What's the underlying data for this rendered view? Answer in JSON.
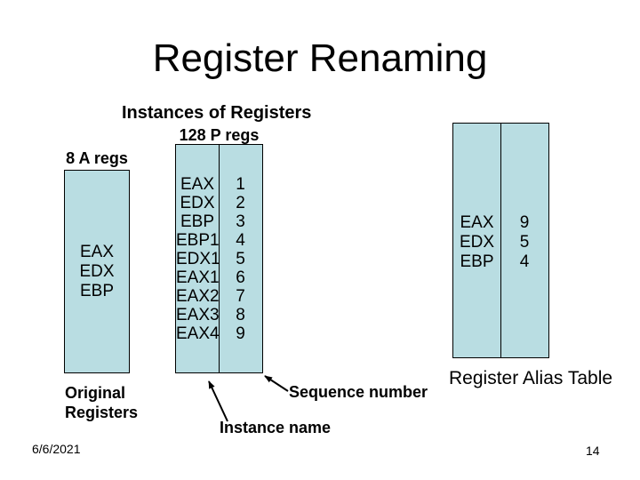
{
  "slide": {
    "title": "Register Renaming",
    "footer_date": "6/6/2021",
    "slide_number": "14"
  },
  "labels": {
    "instances_of_registers": "Instances of Registers",
    "p_regs": "128 P regs",
    "a_regs": "8 A regs",
    "original_registers_line1": "Original",
    "original_registers_line2": "Registers",
    "sequence_number": "Sequence number",
    "instance_name": "Instance name",
    "register_alias_table": "Register Alias Table"
  },
  "original_register_box": {
    "registers": [
      "EAX",
      "EDX",
      "EBP"
    ]
  },
  "instance_table": {
    "rows": [
      {
        "name": "EAX",
        "seq": "1"
      },
      {
        "name": "EDX",
        "seq": "2"
      },
      {
        "name": "EBP",
        "seq": "3"
      },
      {
        "name": "EBP1",
        "seq": "4"
      },
      {
        "name": "EDX1",
        "seq": "5"
      },
      {
        "name": "EAX1",
        "seq": "6"
      },
      {
        "name": "EAX2",
        "seq": "7"
      },
      {
        "name": "EAX3",
        "seq": "8"
      },
      {
        "name": "EAX4",
        "seq": "9"
      }
    ]
  },
  "register_alias_table": {
    "rows": [
      {
        "name": "EAX",
        "seq": "9"
      },
      {
        "name": "EDX",
        "seq": "5"
      },
      {
        "name": "EBP",
        "seq": "4"
      }
    ]
  },
  "colors": {
    "background": "#ffffff",
    "box_fill": "#b9dde2",
    "border": "#000000",
    "text": "#000000"
  }
}
